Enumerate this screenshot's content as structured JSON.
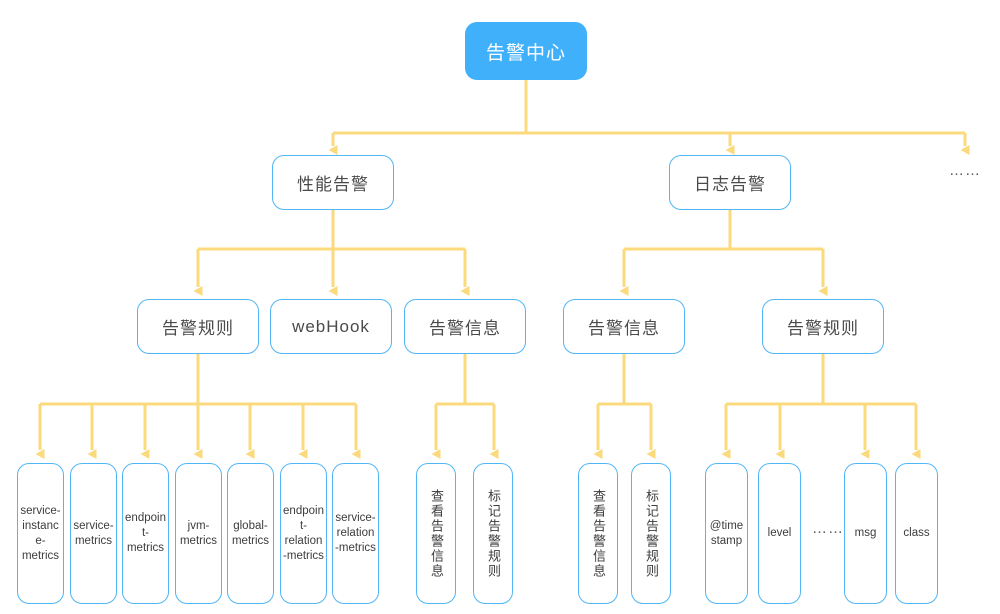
{
  "diagram": {
    "title": "告警中心",
    "connector_color": "#fbda7d",
    "node_border_color": "#51b6f5",
    "root_fill_color": "#40b0fb",
    "text_color": "#4a4a4a",
    "root": {
      "label": "告警中心"
    },
    "level2": [
      {
        "label": "性能告警"
      },
      {
        "label": "日志告警"
      },
      {
        "label": "……",
        "is_ellipsis": true
      }
    ],
    "level3": [
      {
        "label": "告警规则",
        "parent": "性能告警"
      },
      {
        "label": "webHook",
        "parent": "性能告警"
      },
      {
        "label": "告警信息",
        "parent": "性能告警"
      },
      {
        "label": "告警信息",
        "parent": "日志告警"
      },
      {
        "label": "告警规则",
        "parent": "日志告警"
      }
    ],
    "leaves": [
      {
        "label": "service-instance-metrics",
        "parent": "告警规则"
      },
      {
        "label": "service-metrics",
        "parent": "告警规则"
      },
      {
        "label": "endpoint-metrics",
        "parent": "告警规则"
      },
      {
        "label": "jvm-metrics",
        "parent": "告警规则"
      },
      {
        "label": "global-metrics",
        "parent": "告警规则"
      },
      {
        "label": "endpoint-relation-metrics",
        "parent": "告警规则"
      },
      {
        "label": "service-relation-metrics",
        "parent": "告警规则"
      },
      {
        "label": "查看告警信息",
        "parent": "告警信息",
        "vertical": true
      },
      {
        "label": "标记告警规则",
        "parent": "告警信息",
        "vertical": true
      },
      {
        "label": "查看告警信息",
        "parent": "告警信息",
        "vertical": true
      },
      {
        "label": "标记告警规则",
        "parent": "告警信息",
        "vertical": true
      },
      {
        "label": "@timestamp",
        "parent": "告警规则"
      },
      {
        "label": "level",
        "parent": "告警规则"
      },
      {
        "label": "……",
        "is_ellipsis": true
      },
      {
        "label": "msg",
        "parent": "告警规则"
      },
      {
        "label": "class",
        "parent": "告警规则"
      }
    ]
  }
}
